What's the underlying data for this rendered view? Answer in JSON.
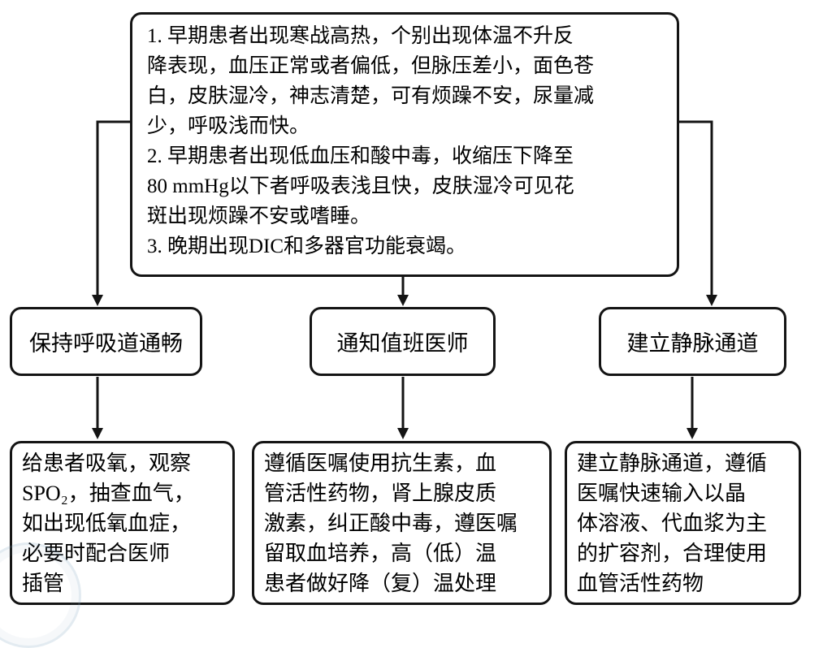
{
  "colors": {
    "line": "#141414",
    "box_border": "#141414",
    "background": "#ffffff",
    "watermark": "#7aa0b9"
  },
  "flowchart": {
    "symptoms_box": {
      "lines": [
        "1. 早期患者出现寒战高热，个别出现体温不升反",
        "降表现，血压正常或者偏低，但脉压差小，面色苍",
        "白，皮肤湿冷，神志清楚，可有烦躁不安，尿量减",
        "少，呼吸浅而快。",
        "2. 早期患者出现低血压和酸中毒，收缩压下降至",
        "80 mmHg以下者呼吸表浅且快，皮肤湿冷可见花",
        "斑出现烦躁不安或嗜睡。",
        "3. 晚期出现DIC和多器官功能衰竭。"
      ]
    },
    "steps": {
      "airway": {
        "label": "保持呼吸道通畅"
      },
      "notify_doctor": {
        "label": "通知值班医师"
      },
      "iv_access": {
        "label": "建立静脉通道"
      }
    },
    "actions": {
      "airway_actions": {
        "lines": [
          "给患者吸氧，观察",
          "SPO₂，抽查血气，",
          "如出现低氧血症，",
          "必要时配合医师",
          "插管"
        ]
      },
      "doctor_actions": {
        "lines": [
          "遵循医嘱使用抗生素，血",
          "管活性药物，肾上腺皮质",
          "激素，纠正酸中毒，遵医嘱",
          "留取血培养，高（低）温",
          "患者做好降（复）温处理"
        ]
      },
      "iv_actions": {
        "lines": [
          "建立静脉通道，遵循",
          "医嘱快速输入以晶",
          "体溶液、代血浆为主",
          "的扩容剂，合理使用",
          "血管活性药物"
        ]
      }
    }
  }
}
